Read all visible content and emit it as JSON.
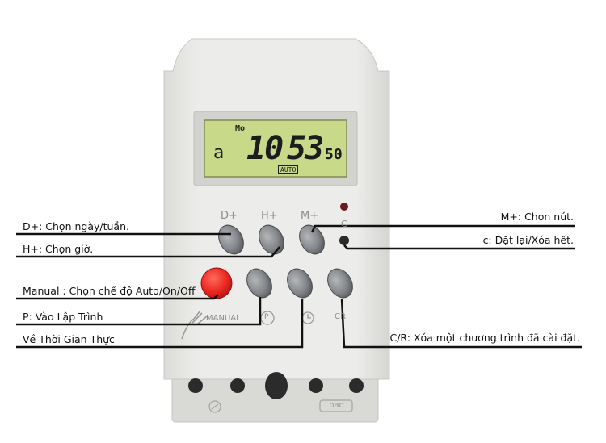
{
  "device": {
    "lcd": {
      "day": "Mo",
      "left_digit": "a",
      "hours": "10",
      "minutes": "53",
      "seconds": "50",
      "mode": "AUTO"
    },
    "panel_labels": {
      "d_plus": "D+",
      "h_plus": "H+",
      "m_plus": "M+",
      "c": "C",
      "manual": "MANUAL",
      "p": "P",
      "cr": "CR",
      "load": "Load"
    }
  },
  "annotations": {
    "d_plus": "D+: Chọn ngày/tuần.",
    "h_plus": "H+: Chọn giờ.",
    "manual": "Manual : Chọn chế độ Auto/On/Off",
    "p": "P: Vào Lập Trình",
    "clock": "Về Thời Gian Thực",
    "m_plus": "M+: Chọn nút.",
    "c": "c: Đặt lại/Xóa hết.",
    "cr": "C/R: Xóa một chương trình đã cài đặt."
  },
  "colors": {
    "body": "#e9e9e6",
    "lcd_bg": "#c9d98a",
    "button_grey": "#8a8c8f",
    "manual_red": "#e8221f",
    "led": "#6b1c1c"
  }
}
